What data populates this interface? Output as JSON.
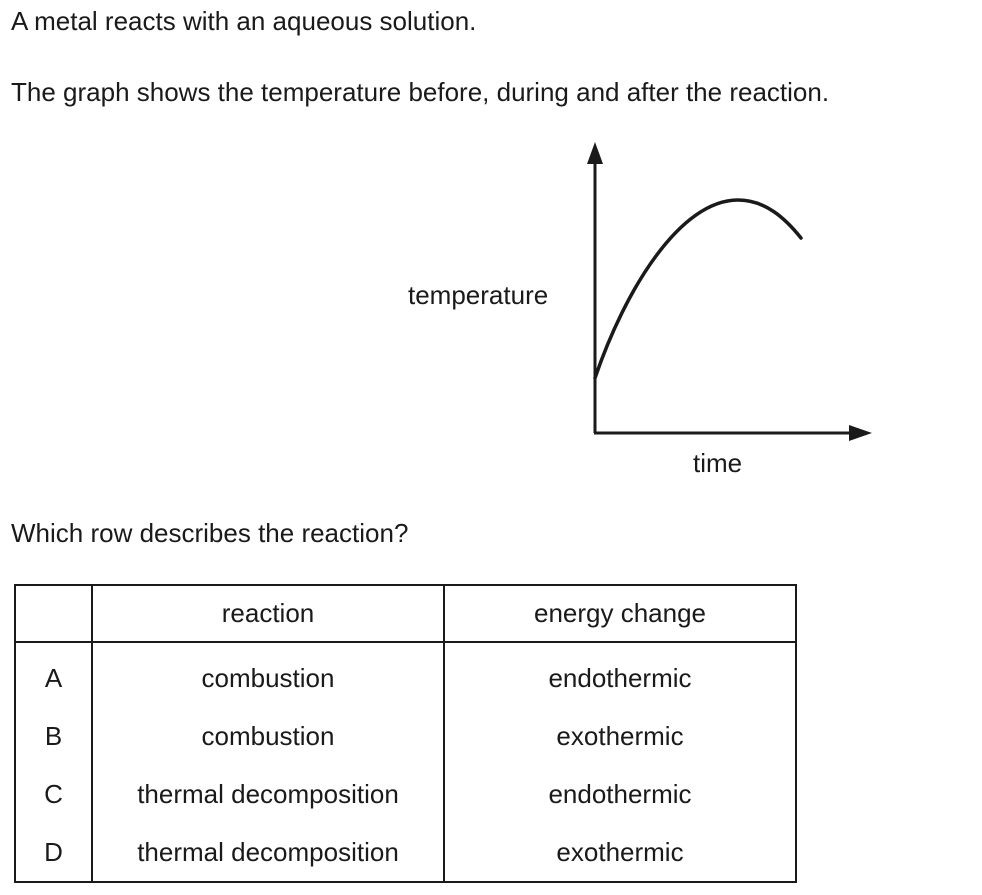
{
  "question": {
    "intro": "A metal reacts with an aqueous solution.",
    "graph_description": "The graph shows the temperature before, during and after the reaction.",
    "prompt": "Which row describes the reaction?"
  },
  "graph": {
    "ylabel": "temperature",
    "xlabel": "time"
  },
  "table": {
    "headers": [
      "",
      "reaction",
      "energy change"
    ],
    "rows": [
      {
        "option": "A",
        "reaction": "combustion",
        "energy_change": "endothermic"
      },
      {
        "option": "B",
        "reaction": "combustion",
        "energy_change": "exothermic"
      },
      {
        "option": "C",
        "reaction": "thermal decomposition",
        "energy_change": "endothermic"
      },
      {
        "option": "D",
        "reaction": "thermal decomposition",
        "energy_change": "exothermic"
      }
    ]
  }
}
